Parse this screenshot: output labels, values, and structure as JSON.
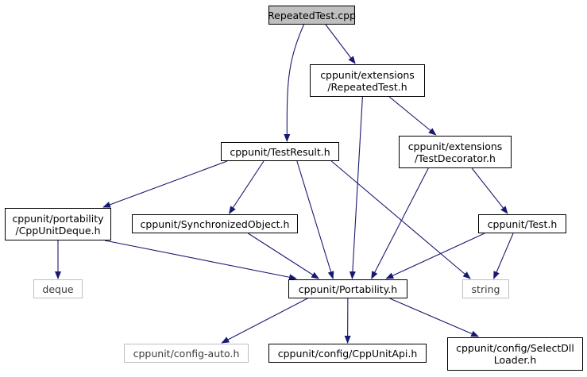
{
  "colors": {
    "edge": "#191970",
    "node_border": "#000000",
    "ext_border": "#bfbfbf",
    "root_fill": "#bfbfbf"
  },
  "nodes": {
    "root": {
      "label": "RepeatedTest.cpp"
    },
    "rt": {
      "label": "cppunit/extensions\n/RepeatedTest.h"
    },
    "tr": {
      "label": "cppunit/TestResult.h"
    },
    "td": {
      "label": "cppunit/extensions\n/TestDecorator.h"
    },
    "cud": {
      "label": "cppunit/portability\n/CppUnitDeque.h"
    },
    "so": {
      "label": "cppunit/SynchronizedObject.h"
    },
    "test": {
      "label": "cppunit/Test.h"
    },
    "deque": {
      "label": "deque"
    },
    "port": {
      "label": "cppunit/Portability.h"
    },
    "string": {
      "label": "string"
    },
    "cfgauto": {
      "label": "cppunit/config-auto.h"
    },
    "api": {
      "label": "cppunit/config/CppUnitApi.h"
    },
    "sel": {
      "label": "cppunit/config/SelectDll\nLoader.h"
    }
  },
  "edges": [
    [
      "root",
      "rt"
    ],
    [
      "root",
      "tr"
    ],
    [
      "rt",
      "td"
    ],
    [
      "rt",
      "port"
    ],
    [
      "tr",
      "cud"
    ],
    [
      "tr",
      "so"
    ],
    [
      "tr",
      "port"
    ],
    [
      "tr",
      "string"
    ],
    [
      "td",
      "port"
    ],
    [
      "td",
      "test"
    ],
    [
      "cud",
      "deque"
    ],
    [
      "cud",
      "port"
    ],
    [
      "so",
      "port"
    ],
    [
      "test",
      "port"
    ],
    [
      "test",
      "string"
    ],
    [
      "port",
      "cfgauto"
    ],
    [
      "port",
      "api"
    ],
    [
      "port",
      "sel"
    ]
  ]
}
